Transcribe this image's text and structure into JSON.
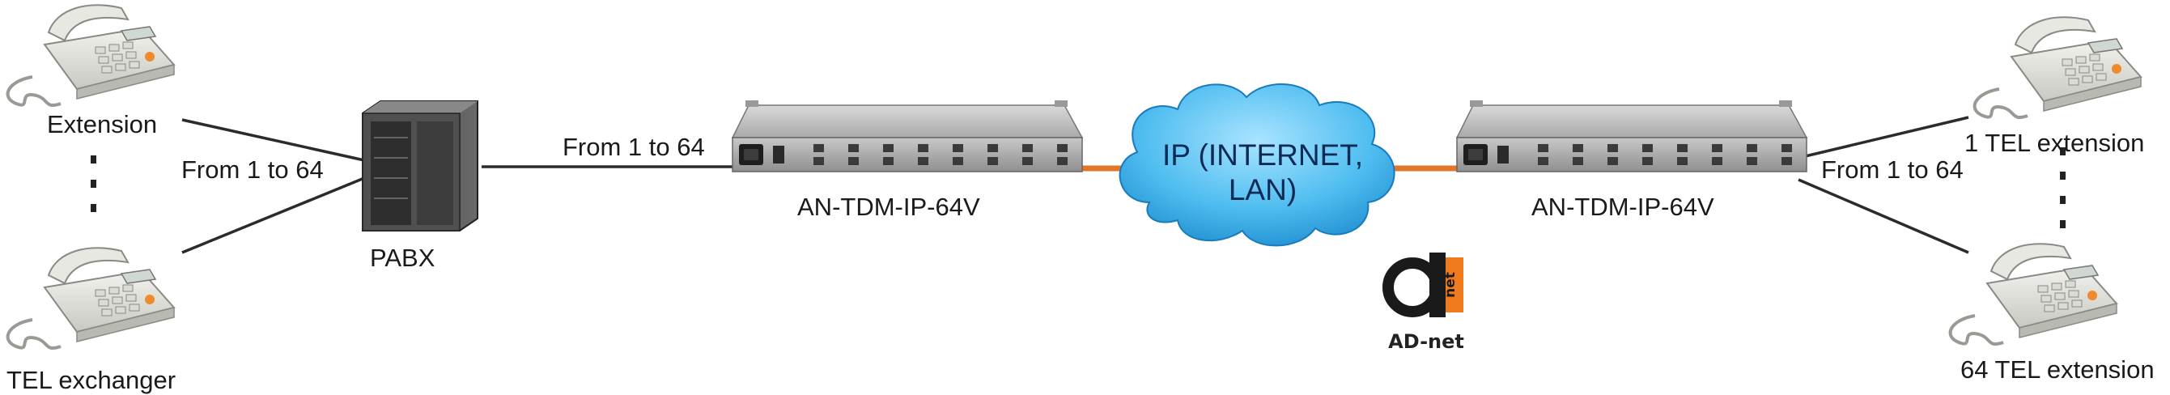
{
  "labels": {
    "extension": "Extension",
    "tel_exchanger": "TEL exchanger",
    "from_1_to_64_left": "From 1 to 64",
    "pabx": "PABX",
    "from_1_to_64_trunk": "From 1 to 64",
    "device_left": "AN-TDM-IP-64V",
    "cloud_line1": "IP (INTERNET,",
    "cloud_line2": "LAN)",
    "device_right": "AN-TDM-IP-64V",
    "from_1_to_64_right": "From 1 to 64",
    "tel_ext_1": "1 TEL extension",
    "tel_ext_64": "64 TEL extension",
    "brand": "AD-net",
    "brand_mark": "net"
  },
  "colors": {
    "line": "#2b2b2b",
    "ethernet_link": "#e0762a",
    "cloud_fill": "#5cc4f2",
    "cloud_text": "#0b2a55",
    "device_body": "#b8b8b8",
    "logo_orange": "#f07a1e"
  }
}
